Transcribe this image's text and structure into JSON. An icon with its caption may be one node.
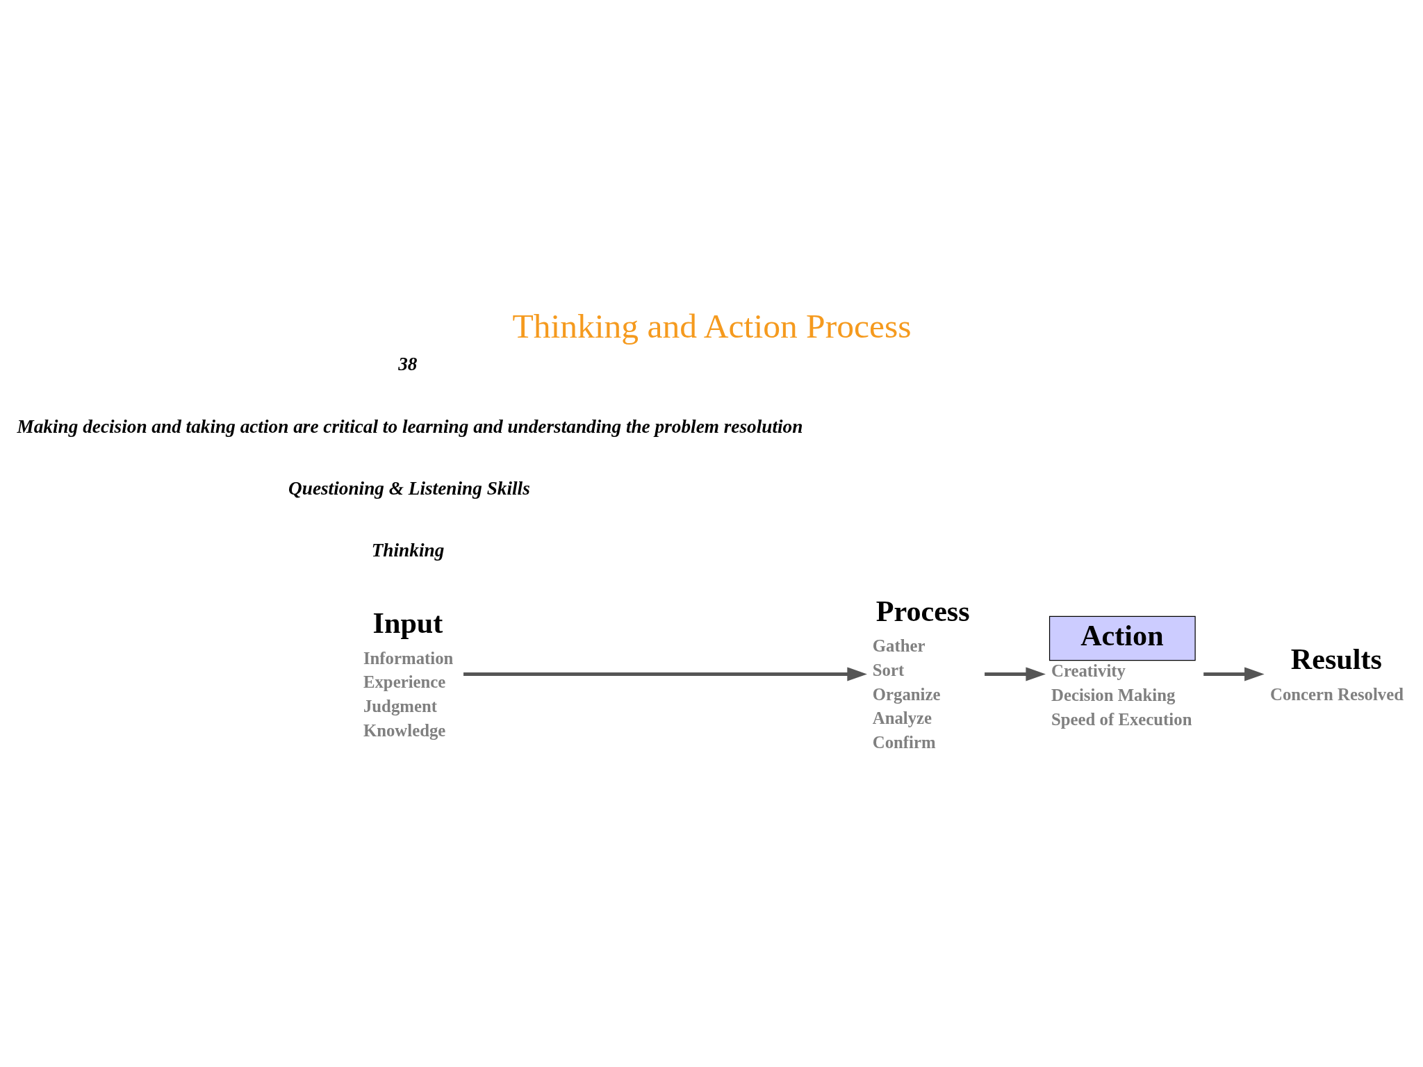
{
  "diagram": {
    "title": "Thinking and Action Process",
    "nodes": [
      {
        "text": [
          "Input"
        ],
        "beside": [
          "Information",
          "Experience",
          "Judgment",
          "Knowledge"
        ]
      },
      {
        "text": [
          "Process"
        ],
        "beside": [
          "Gather",
          "Sort",
          "Organize",
          "Analyze",
          "Confirm"
        ]
      },
      {
        "text": [
          "Action"
        ],
        "beside": [
          "Creativity",
          "Decision Making",
          "Speed of Execution"
        ]
      },
      {
        "text": [
          "Results"
        ],
        "beside": [
          "Concern Resolved"
        ]
      }
    ],
    "edges": [
      {
        "from": 0,
        "to": 1,
        "arrow": "to"
      },
      {
        "from": 1,
        "to": 2,
        "arrow": "to"
      },
      {
        "from": 2,
        "to": 3,
        "arrow": "to"
      }
    ],
    "labels": [
      "Thinking",
      "Questioning & Listening Skills",
      "Making decision and taking action are critical to learning and understanding the problem resolution",
      "38"
    ]
  }
}
